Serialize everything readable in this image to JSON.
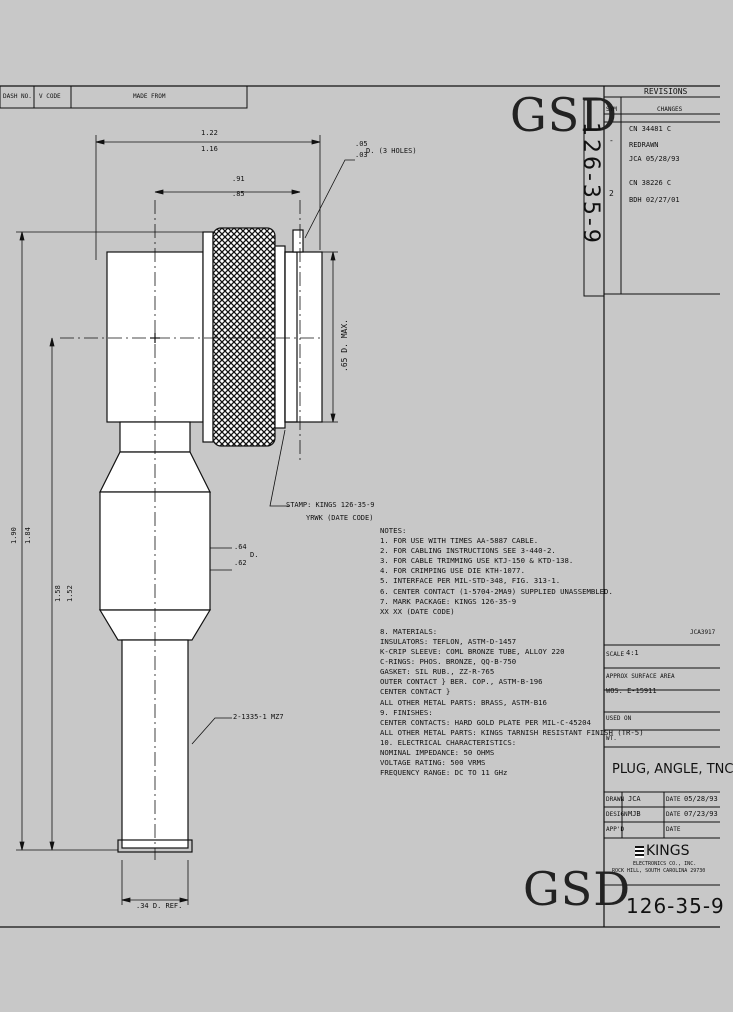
{
  "title_top": {
    "dash_no": "DASH NO.",
    "v_code": "V CODE",
    "made_from": "MADE FROM"
  },
  "gsd_top": "GSD",
  "gsd_bottom": "GSD",
  "side_number": "126-35-9",
  "revisions": {
    "header": "REVISIONS",
    "col_sym": "SYM",
    "col_changes": "CHANGES",
    "rows": [
      {
        "sym": "-",
        "lines": [
          "CN 34481 C",
          "REDRAWN",
          "JCA 05/28/93"
        ]
      },
      {
        "sym": "2",
        "lines": [
          "CN 38226 C",
          "BDH 02/27/01"
        ]
      }
    ]
  },
  "dimensions": {
    "d_122": "1.22",
    "d_116": "1.16",
    "d_91": ".91",
    "d_85": ".85",
    "d_05": ".05",
    "d_03": ".03",
    "d_holes": "D. (3 HOLES)",
    "d_65max": ".65 D. MAX.",
    "d_64": ".64",
    "d_62": ".62",
    "d_64_D": "D.",
    "d_190": "1.90",
    "d_184": "1.84",
    "d_158": "1.58",
    "d_152": "1.52",
    "d_34ref": ".34 D. REF.",
    "part_ref": "2-1335-1 MZ7"
  },
  "stamp": {
    "line1": "STAMP: KINGS 126-35-9",
    "line2": "YRWK (DATE CODE)"
  },
  "notes": [
    "NOTES:",
    "  1. FOR USE WITH TIMES AA-5887 CABLE.",
    "  2. FOR CABLING INSTRUCTIONS SEE 3-440-2.",
    "  3. FOR CABLE TRIMMING USE KTJ-150 & KTD-138.",
    "  4. FOR CRIMPING USE DIE KTH-1077.",
    "  5. INTERFACE PER MIL-STD-348, FIG. 313-1.",
    "  6. CENTER CONTACT (1-5704-2MA9) SUPPLIED UNASSEMBLED.",
    "  7. MARK PACKAGE: KINGS 126-35-9",
    "                       XX XX (DATE CODE)",
    "",
    "  8. MATERIALS:",
    "       INSULATORS: TEFLON, ASTM-D-1457",
    "       K-CRIP SLEEVE: COML BRONZE TUBE, ALLOY 220",
    "       C-RINGS: PHOS. BRONZE, QQ-B-750",
    "       GASKET: SIL RUB., ZZ-R-765",
    "       OUTER CONTACT  } BER. COP., ASTM-B-196",
    "       CENTER CONTACT }",
    "       ALL OTHER METAL PARTS: BRASS, ASTM-B16",
    "  9. FINISHES:",
    "       CENTER CONTACTS: HARD GOLD PLATE PER MIL-C-45204",
    "       ALL OTHER METAL PARTS: KINGS TARNISH RESISTANT FINISH (TR-5)",
    " 10. ELECTRICAL CHARACTERISTICS:",
    "       NOMINAL IMPEDANCE: 50 OHMS",
    "       VOLTAGE RATING: 500 VRMS",
    "       FREQUENCY RANGE: DC TO 11 GHz"
  ],
  "title_block": {
    "doc_code": "JCA3917",
    "scale_label": "SCALE",
    "scale_value": "4:1",
    "approx_surface": "APPROX SURFACE AREA",
    "wos": "WOS: E-15911",
    "used_on": "USED ON",
    "wt": "WT.",
    "title": "PLUG, ANGLE, TNC",
    "drawn_label": "DRAWN",
    "drawn_by": "JCA",
    "drawn_date": "05/28/93",
    "design_label": "DESIGN",
    "design_by": "MJB",
    "design_date": "07/23/93",
    "appd_label": "APP'D",
    "appd_date": "DATE",
    "date_label": "DATE",
    "blank_date": "DATE",
    "company": "KINGS",
    "company_line1": "ELECTRONICS CO., INC.",
    "company_line2": "ROCK HILL, SOUTH CAROLINA 29730",
    "part_number": "126-35-9"
  }
}
